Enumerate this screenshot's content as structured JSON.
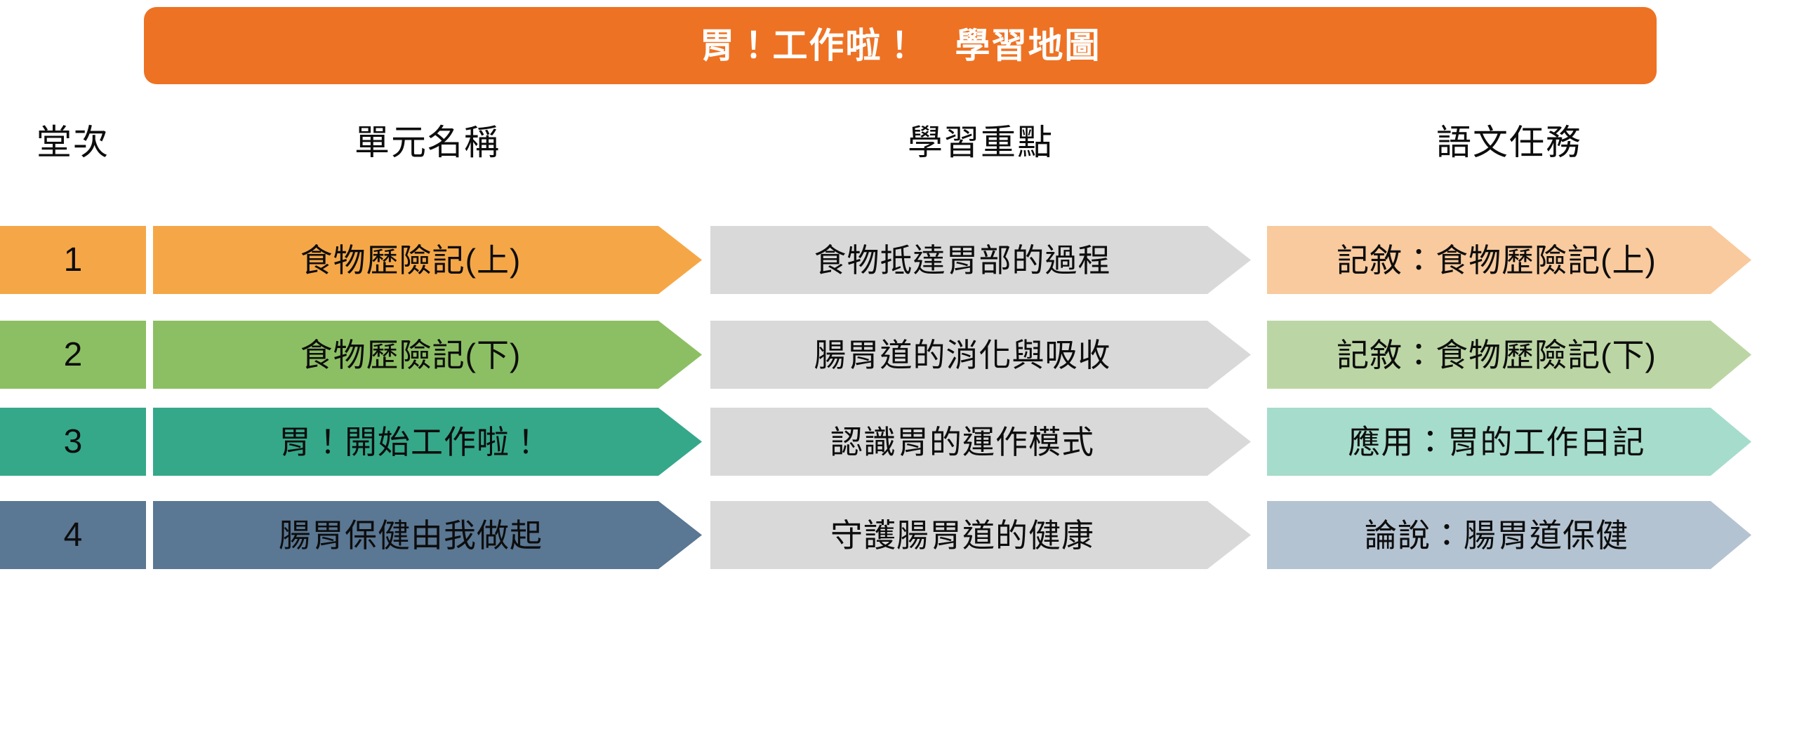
{
  "title": {
    "text": "胃！工作啦！　學習地圖",
    "background": "#EE7223",
    "color": "#FFFFFF"
  },
  "columns": [
    {
      "key": "session",
      "label": "堂次"
    },
    {
      "key": "unit",
      "label": "單元名稱"
    },
    {
      "key": "focus",
      "label": "學習重點"
    },
    {
      "key": "task",
      "label": "語文任務"
    }
  ],
  "focus_column_color": "#D9D9D9",
  "rows": [
    {
      "session": "1",
      "unit": "食物歷險記(上)",
      "focus": "食物抵達胃部的過程",
      "task": "記敘：食物歷險記(上)",
      "strong_color": "#F5A747",
      "light_color": "#F8CA9D"
    },
    {
      "session": "2",
      "unit": "食物歷險記(下)",
      "focus": "腸胃道的消化與吸收",
      "task": "記敘：食物歷險記(下)",
      "strong_color": "#8CBF63",
      "light_color": "#BBD6A4"
    },
    {
      "session": "3",
      "unit": "胃！開始工作啦！",
      "focus": "認識胃的運作模式",
      "task": "應用：胃的工作日記",
      "strong_color": "#35A88A",
      "light_color": "#A6DCCB"
    },
    {
      "session": "4",
      "unit": "腸胃保健由我做起",
      "focus": "守護腸胃道的健康",
      "task": "論說：腸胃道保健",
      "strong_color": "#5A7793",
      "light_color": "#B4C3D1"
    }
  ]
}
